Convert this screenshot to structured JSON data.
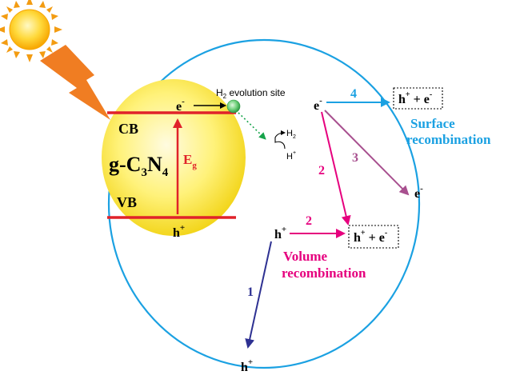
{
  "semiconductor": {
    "cb": "CB",
    "vb": "VB",
    "material_prefix": "g-C",
    "material_sub1": "3",
    "material_mid": "N",
    "material_sub2": "4",
    "gap_main": "E",
    "gap_sub": "g",
    "electron_main": "e",
    "electron_sup": "-",
    "hole_main": "h",
    "hole_sup": "+"
  },
  "h2_site": {
    "pre": "H",
    "sub": "2",
    "post": " evolution site",
    "product_main": "H",
    "product_sub": "2",
    "proton_main": "H",
    "proton_sup": "+"
  },
  "particle": {
    "electron_main": "e",
    "electron_sup": "-",
    "hole_main": "h",
    "hole_sup": "+",
    "pair_h": "h",
    "pair_plus": "+",
    "pair_join": " + ",
    "pair_e": "e",
    "pair_minus": "-",
    "path_1": "1",
    "path_2": "2",
    "path_3": "3",
    "path_4": "4",
    "surface_line1": "Surface",
    "surface_line2": "recombination",
    "volume_line1": "Volume",
    "volume_line2": "recombination"
  },
  "colors": {
    "sphere_outline": "#1ba1e2",
    "band_line": "#e0222a",
    "eg_arrow": "#e0222a",
    "path1": "#2e3192",
    "path2": "#e6007e",
    "path3": "#a8508f",
    "path4": "#1ba1e2",
    "h2_arrow": "#16a34a"
  }
}
